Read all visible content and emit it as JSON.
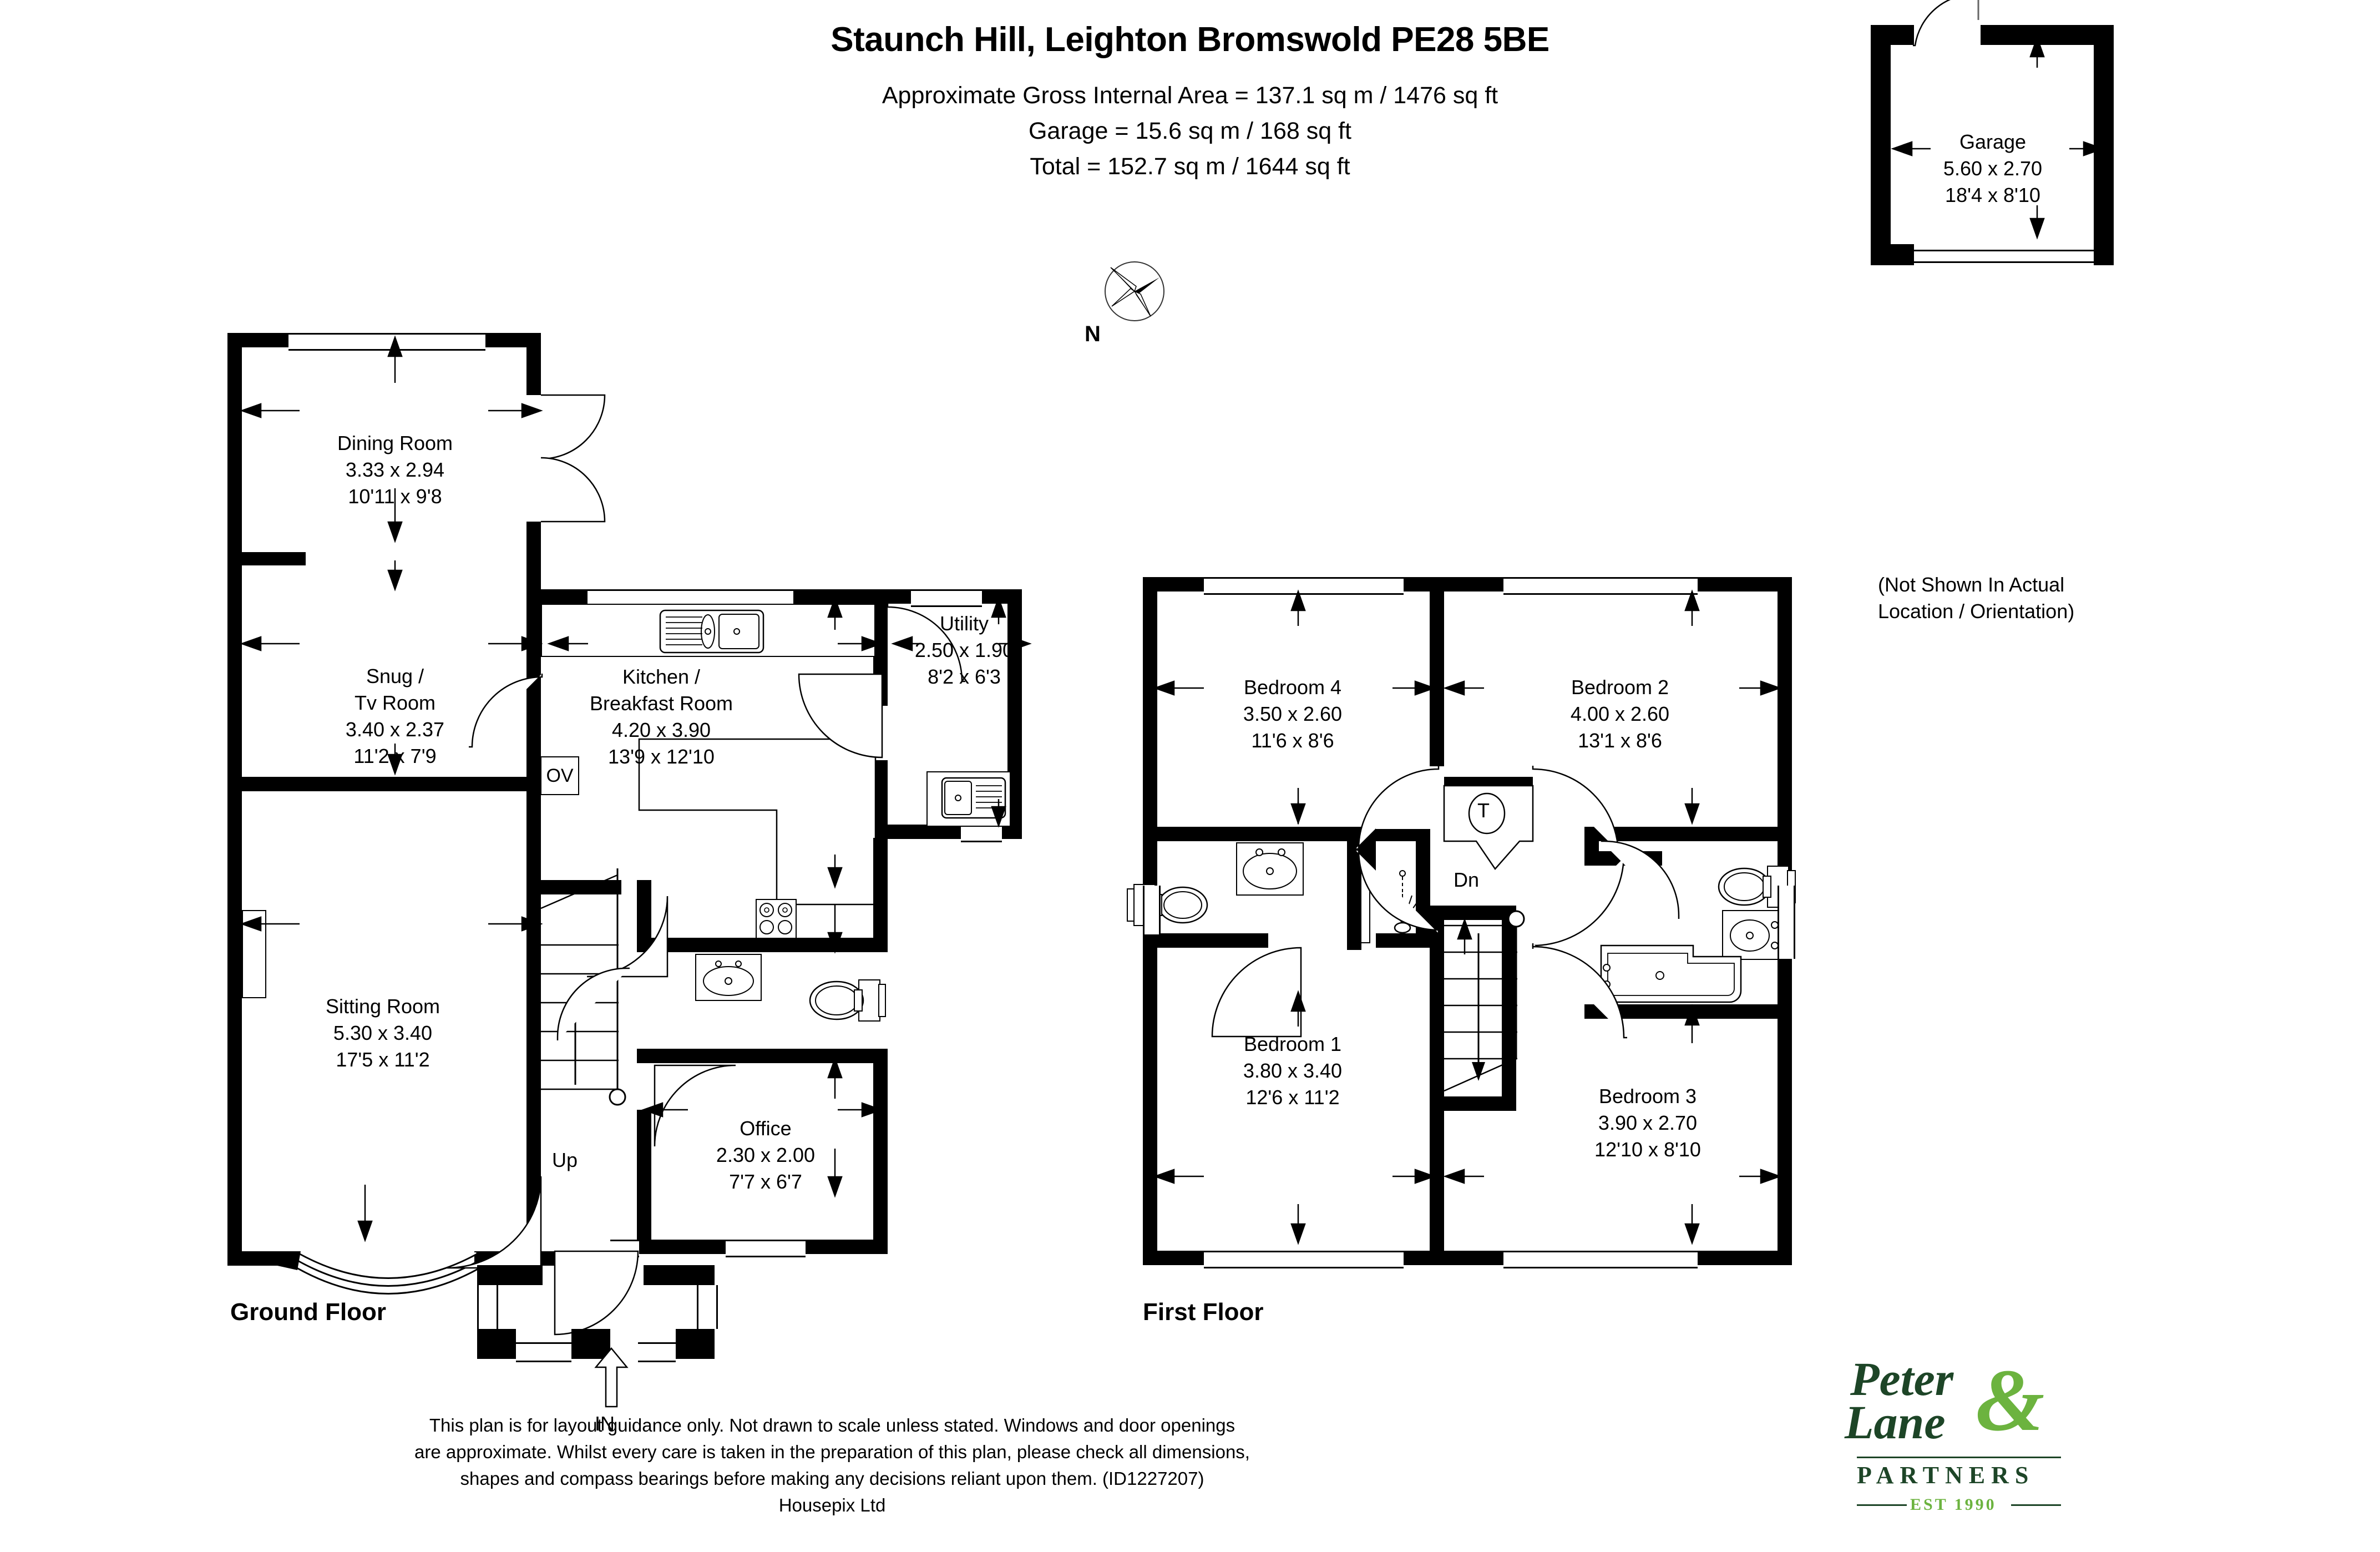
{
  "header": {
    "title": "Staunch Hill, Leighton Bromswold PE28 5BE",
    "area_lines": [
      "Approximate Gross Internal Area = 137.1 sq m / 1476 sq ft",
      "Garage = 15.6 sq m / 168 sq ft",
      "Total = 152.7 sq m / 1644 sq ft"
    ]
  },
  "compass": {
    "north_label": "N"
  },
  "floors": {
    "ground": {
      "label": "Ground Floor",
      "rooms": [
        {
          "name": "Dining Room",
          "metric": "3.33 x 2.94",
          "imperial": "10'11 x 9'8"
        },
        {
          "name": "Snug /|Tv Room",
          "metric": "3.40 x 2.37",
          "imperial": "11'2 x 7'9"
        },
        {
          "name": "Kitchen /|Breakfast Room",
          "metric": "4.20 x 3.90",
          "imperial": "13'9 x 12'10"
        },
        {
          "name": "Utility",
          "metric": "2.50 x 1.90",
          "imperial": "8'2 x 6'3"
        },
        {
          "name": "Sitting Room",
          "metric": "5.30 x 3.40",
          "imperial": "17'5 x 11'2"
        },
        {
          "name": "Office",
          "metric": "2.30 x 2.00",
          "imperial": "7'7 x 6'7"
        }
      ],
      "markers": {
        "stairs": "Up",
        "oven": "OV",
        "entrance": "IN"
      }
    },
    "first": {
      "label": "First Floor",
      "rooms": [
        {
          "name": "Bedroom 4",
          "metric": "3.50 x 2.60",
          "imperial": "11'6 x 8'6"
        },
        {
          "name": "Bedroom 2",
          "metric": "4.00 x 2.60",
          "imperial": "13'1 x 8'6"
        },
        {
          "name": "Bedroom 1",
          "metric": "3.80 x 3.40",
          "imperial": "12'6 x 11'2"
        },
        {
          "name": "Bedroom 3",
          "metric": "3.90 x 2.70",
          "imperial": "12'10 x 8'10"
        }
      ],
      "markers": {
        "stairs": "Dn",
        "tank": "T"
      }
    },
    "garage": {
      "room": {
        "name": "Garage",
        "metric": "5.60 x 2.70",
        "imperial": "18'4 x 8'10"
      },
      "note_lines": [
        "(Not Shown In Actual",
        "Location / Orientation)"
      ]
    }
  },
  "footer": {
    "disclaimer_lines": [
      "This plan is for layout guidance only. Not drawn to scale unless stated. Windows and door openings",
      "are approximate. Whilst every care is taken in the preparation of this plan, please check all dimensions,",
      "shapes and compass bearings before making any decisions reliant upon them. (ID1227207)",
      "Housepix Ltd"
    ]
  },
  "logo": {
    "line1": "Peter",
    "line2": "Lane",
    "ampersand": "&",
    "line3": "PARTNERS",
    "line4": "EST 1990",
    "color_dark": "#1d4527",
    "color_light": "#6cb33f"
  }
}
